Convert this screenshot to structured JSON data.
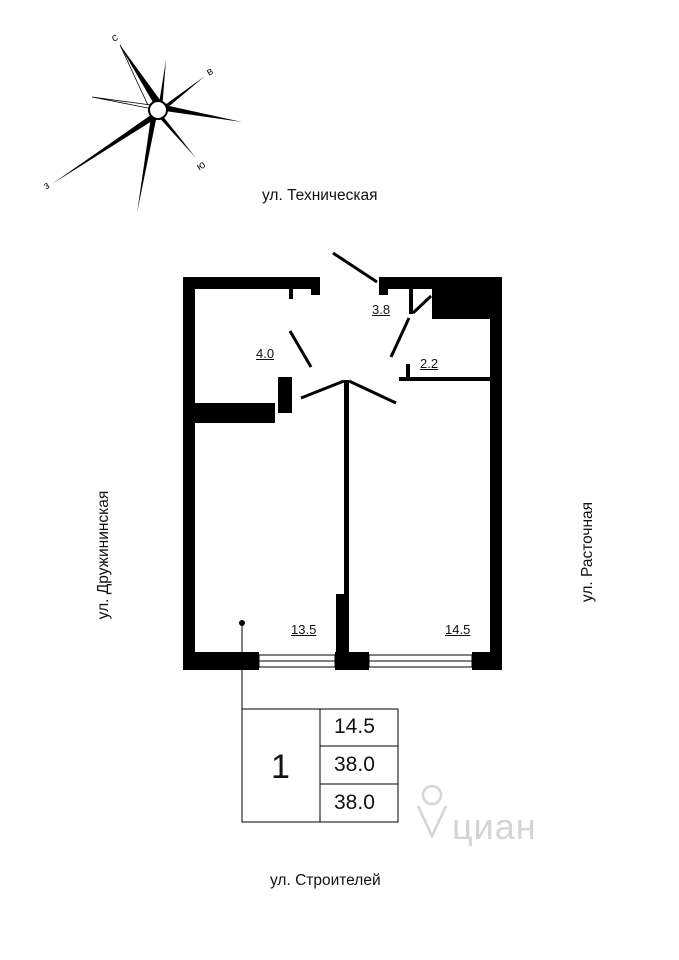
{
  "compass": {
    "north": "с",
    "east": "в",
    "south": "ю",
    "west": "з"
  },
  "streets": {
    "top": "ул. Техническая",
    "left": "ул. Дружининская",
    "right": "ул. Расточная",
    "bottom": "ул. Строителей"
  },
  "rooms": {
    "bathroom": "4.0",
    "hall": "3.8",
    "wc": "2.2",
    "room_left": "13.5",
    "room_right": "14.5"
  },
  "legend": {
    "rooms_count": "1",
    "living_area": "14.5",
    "total_area": "38.0",
    "total_area_2": "38.0"
  },
  "watermark": "циан",
  "colors": {
    "ink": "#000000",
    "watermark": "#d0d0d0"
  }
}
